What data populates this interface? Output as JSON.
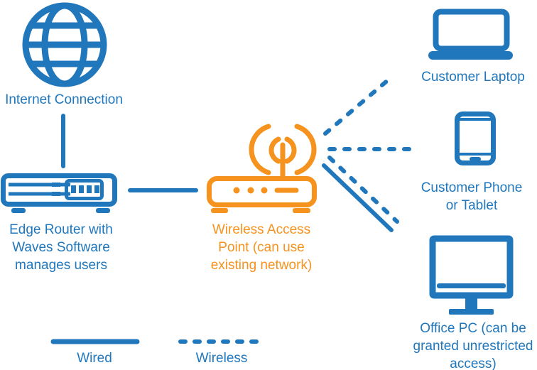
{
  "diagram": {
    "colors": {
      "blue": "#2077BC",
      "orange": "#F6921E",
      "background": "#FFFFFF"
    },
    "nodes": {
      "internet": {
        "icon": "globe-icon",
        "label": "Internet Connection"
      },
      "edge_router": {
        "icon": "router-icon",
        "label_lines": [
          "Edge Router with",
          "Waves Software",
          "manages users"
        ]
      },
      "access_point": {
        "icon": "wireless-access-point-icon",
        "label_lines": [
          "Wireless Access",
          "Point (can use",
          "existing network)"
        ]
      },
      "customer_laptop": {
        "icon": "laptop-icon",
        "label": "Customer Laptop"
      },
      "customer_phone": {
        "icon": "phone-icon",
        "label_lines": [
          "Customer Phone",
          "or Tablet"
        ]
      },
      "office_pc": {
        "icon": "desktop-icon",
        "label_lines": [
          "Office PC (can be",
          "granted unrestricted",
          "access)"
        ]
      }
    },
    "connections": [
      {
        "from": "internet",
        "to": "edge_router",
        "type": "wired"
      },
      {
        "from": "edge_router",
        "to": "access_point",
        "type": "wired"
      },
      {
        "from": "access_point",
        "to": "customer_laptop",
        "type": "wireless"
      },
      {
        "from": "access_point",
        "to": "customer_phone",
        "type": "wireless"
      },
      {
        "from": "access_point",
        "to": "office_pc",
        "type": "wireless"
      },
      {
        "from": "access_point",
        "to": "office_pc",
        "type": "wired"
      }
    ],
    "legend": {
      "wired_label": "Wired",
      "wireless_label": "Wireless"
    }
  }
}
